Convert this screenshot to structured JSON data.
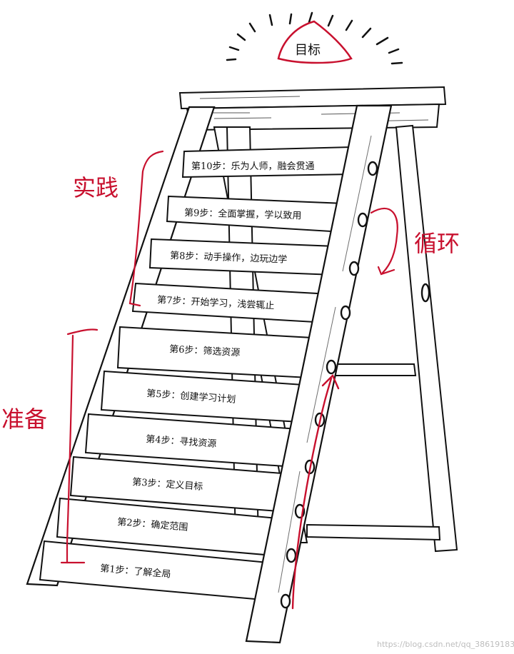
{
  "goal": "目标",
  "steps": [
    "第1步：了解全局",
    "第2步：确定范围",
    "第3步：定义目标",
    "第4步：寻找资源",
    "第5步：创建学习计划",
    "第6步：筛选资源",
    "第7步：开始学习，浅尝辄止",
    "第8步：动手操作，边玩边学",
    "第9步：全面掌握，学以致用",
    "第10步：乐为人师，融会贯通"
  ],
  "annotations": {
    "practice": "实践",
    "prepare": "准备",
    "loop": "循环"
  },
  "watermark": "https://blog.csdn.net/qq_38619183",
  "colors": {
    "accent_red": "#c8102e",
    "ink": "#111111"
  },
  "icons": {
    "goal_marker": "triangle-icon",
    "loop_marker": "cycle-arrow-icon",
    "upward_marker": "up-arrow-icon"
  }
}
